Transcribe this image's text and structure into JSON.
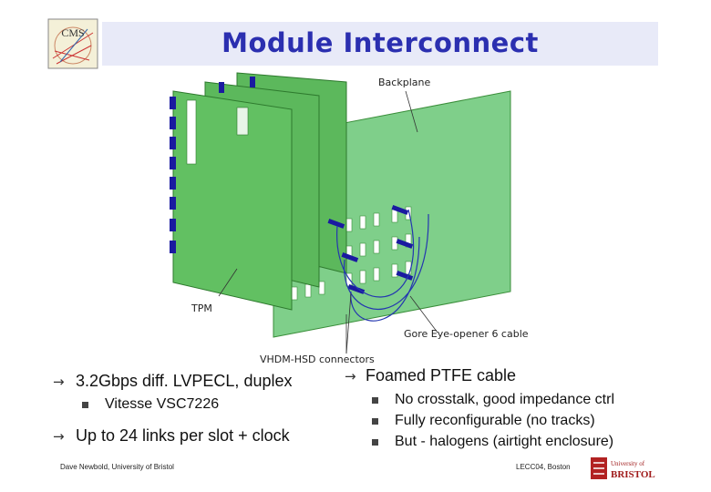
{
  "slide": {
    "title": "Module Interconnect",
    "logo_text": "CMS"
  },
  "diagram": {
    "labels": {
      "backplane": "Backplane",
      "tpm": "TPM",
      "cable": "Gore Eye-opener 6 cable",
      "connectors": "VHDM-HSD connectors"
    },
    "colors": {
      "board": "#5cb85c",
      "board_dark": "#3a8e3a",
      "backplane": "#7fcf8a",
      "connector": "#1a1aa0"
    }
  },
  "left_bullets": {
    "b1": "3.2Gbps diff. LVPECL, duplex",
    "b1_sub": "Vitesse VSC7226",
    "b2": "Up to 24 links per slot + clock"
  },
  "right_bullets": {
    "b1": "Foamed PTFE cable",
    "subs": [
      "No crosstalk, good impedance ctrl",
      "Fully reconfigurable (no tracks)",
      "But - halogens (airtight enclosure)"
    ]
  },
  "footer": {
    "left": "Dave Newbold, University of Bristol",
    "right": "LECC04, Boston",
    "univ_line1": "University of",
    "univ_line2": "BRISTOL"
  }
}
